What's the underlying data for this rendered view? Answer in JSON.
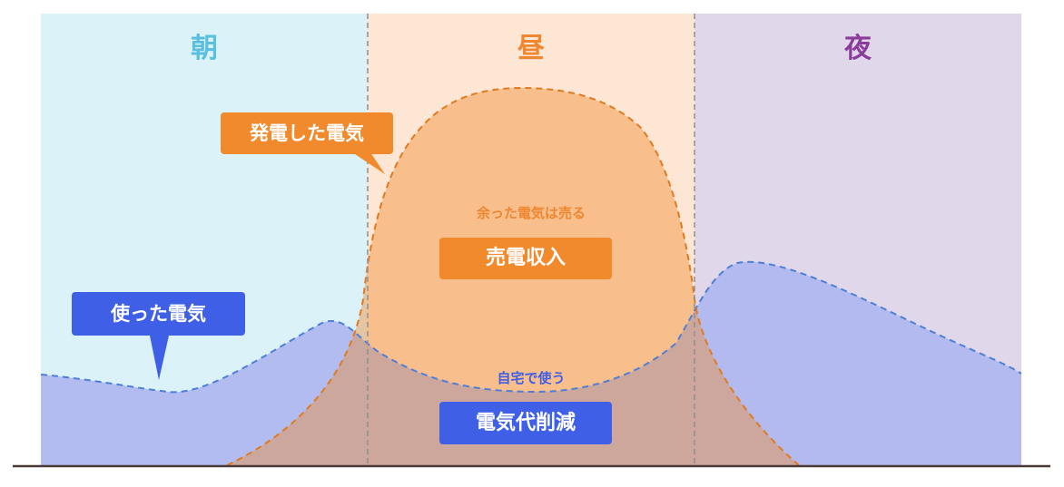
{
  "periods": {
    "morning": "朝",
    "daytime": "昼",
    "night": "夜"
  },
  "labels": {
    "generated": "発電した電気",
    "used": "使った電気",
    "surplus_sold": "余った電気は売る",
    "sales_income": "売電収入",
    "self_use": "自宅で使う",
    "bill_reduction": "電気代削減"
  },
  "colors": {
    "morning_bg": "#dbf2f8",
    "daytime_bg": "#fde6d3",
    "night_bg": "#e1d7ea",
    "morning_text": "#5bbfe0",
    "daytime_text": "#ef8630",
    "night_text": "#8a3c9b",
    "generation": "#f08a2c",
    "consumption": "#3f5fe6",
    "axis": "#4a3a36"
  }
}
